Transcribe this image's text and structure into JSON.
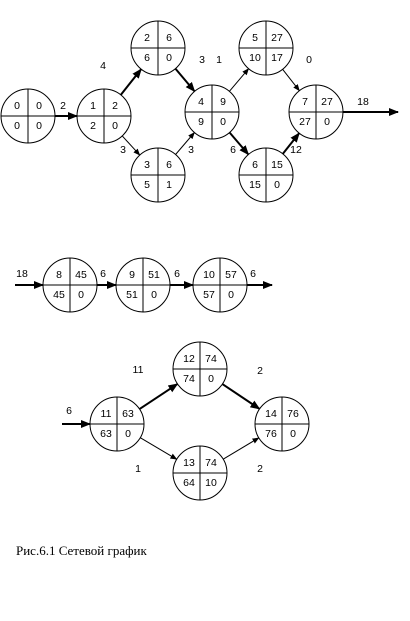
{
  "caption": "Рис.6.1 Сетевой график",
  "colors": {
    "stroke": "#000000",
    "background": "#ffffff"
  },
  "nodes": [
    {
      "id": "0",
      "tl": "0",
      "tr": "0",
      "bl": "0",
      "br": "0"
    },
    {
      "id": "1",
      "tl": "1",
      "tr": "2",
      "bl": "2",
      "br": "0"
    },
    {
      "id": "2",
      "tl": "2",
      "tr": "6",
      "bl": "6",
      "br": "0"
    },
    {
      "id": "3",
      "tl": "3",
      "tr": "6",
      "bl": "5",
      "br": "1"
    },
    {
      "id": "4",
      "tl": "4",
      "tr": "9",
      "bl": "9",
      "br": "0"
    },
    {
      "id": "5",
      "tl": "5",
      "tr": "27",
      "bl": "10",
      "br": "17"
    },
    {
      "id": "6",
      "tl": "6",
      "tr": "15",
      "bl": "15",
      "br": "0"
    },
    {
      "id": "7",
      "tl": "7",
      "tr": "27",
      "bl": "27",
      "br": "0"
    },
    {
      "id": "8",
      "tl": "8",
      "tr": "45",
      "bl": "45",
      "br": "0"
    },
    {
      "id": "9",
      "tl": "9",
      "tr": "51",
      "bl": "51",
      "br": "0"
    },
    {
      "id": "10",
      "tl": "10",
      "tr": "57",
      "bl": "57",
      "br": "0"
    },
    {
      "id": "11",
      "tl": "11",
      "tr": "63",
      "bl": "63",
      "br": "0"
    },
    {
      "id": "12",
      "tl": "12",
      "tr": "74",
      "bl": "74",
      "br": "0"
    },
    {
      "id": "13",
      "tl": "13",
      "tr": "74",
      "bl": "64",
      "br": "10"
    },
    {
      "id": "14",
      "tl": "14",
      "tr": "76",
      "bl": "76",
      "br": "0"
    }
  ],
  "edges": [
    {
      "from": "0",
      "to": "1",
      "label": "2",
      "critical": true
    },
    {
      "from": "1",
      "to": "2",
      "label": "4",
      "critical": true
    },
    {
      "from": "1",
      "to": "3",
      "label": "3",
      "critical": false
    },
    {
      "from": "2",
      "to": "4",
      "label": "3",
      "critical": true
    },
    {
      "from": "3",
      "to": "4",
      "label": "3",
      "critical": false
    },
    {
      "from": "4",
      "to": "5",
      "label": "1",
      "critical": false
    },
    {
      "from": "4",
      "to": "6",
      "label": "6",
      "critical": true
    },
    {
      "from": "5",
      "to": "7",
      "label": "0",
      "critical": false
    },
    {
      "from": "6",
      "to": "7",
      "label": "12",
      "critical": true
    },
    {
      "from": "7",
      "to": "out1",
      "label": "18",
      "critical": true
    },
    {
      "from": "in2",
      "to": "8",
      "label": "18",
      "critical": true
    },
    {
      "from": "8",
      "to": "9",
      "label": "6",
      "critical": true
    },
    {
      "from": "9",
      "to": "10",
      "label": "6",
      "critical": true
    },
    {
      "from": "10",
      "to": "out2",
      "label": "6",
      "critical": true
    },
    {
      "from": "in3",
      "to": "11",
      "label": "6",
      "critical": true
    },
    {
      "from": "11",
      "to": "12",
      "label": "11",
      "critical": true
    },
    {
      "from": "11",
      "to": "13",
      "label": "1",
      "critical": false
    },
    {
      "from": "12",
      "to": "14",
      "label": "2",
      "critical": true
    },
    {
      "from": "13",
      "to": "14",
      "label": "2",
      "critical": false
    }
  ]
}
